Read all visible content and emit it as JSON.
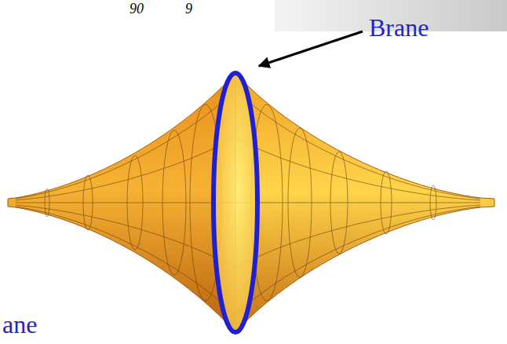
{
  "diagram": {
    "labels": [
      "90",
      "9",
      "Brane",
      "ane"
    ]
  }
}
